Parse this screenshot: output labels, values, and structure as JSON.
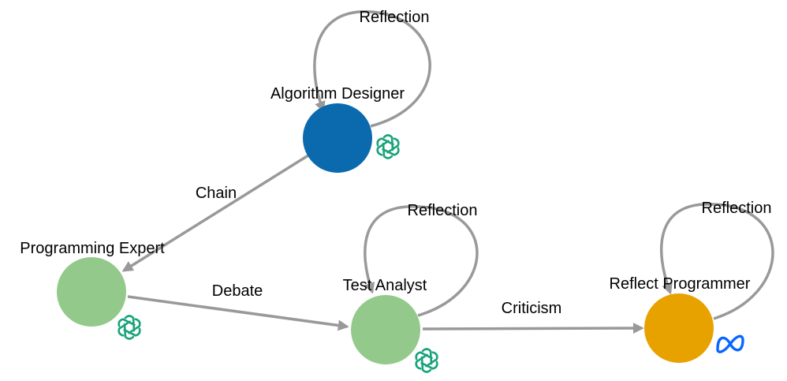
{
  "nodes": {
    "algorithm_designer": {
      "label": "Algorithm Designer",
      "color": "#0a6aad",
      "model_icon": "openai-logo-icon"
    },
    "programming_expert": {
      "label": "Programming Expert",
      "color": "#93c98b",
      "model_icon": "openai-logo-icon"
    },
    "test_analyst": {
      "label": "Test Analyst",
      "color": "#93c98b",
      "model_icon": "openai-logo-icon"
    },
    "reflect_programmer": {
      "label": "Reflect Programmer",
      "color": "#e8a200",
      "model_icon": "meta-logo-icon"
    }
  },
  "edges": {
    "reflection_algorithm": {
      "label": "Reflection"
    },
    "chain": {
      "label": "Chain"
    },
    "debate": {
      "label": "Debate"
    },
    "reflection_test": {
      "label": "Reflection"
    },
    "criticism": {
      "label": "Criticism"
    },
    "reflection_reflect": {
      "label": "Reflection"
    }
  },
  "colors": {
    "edge": "#999999",
    "openai_logo": "#1aa37a",
    "meta_logo": "#0866ff"
  }
}
